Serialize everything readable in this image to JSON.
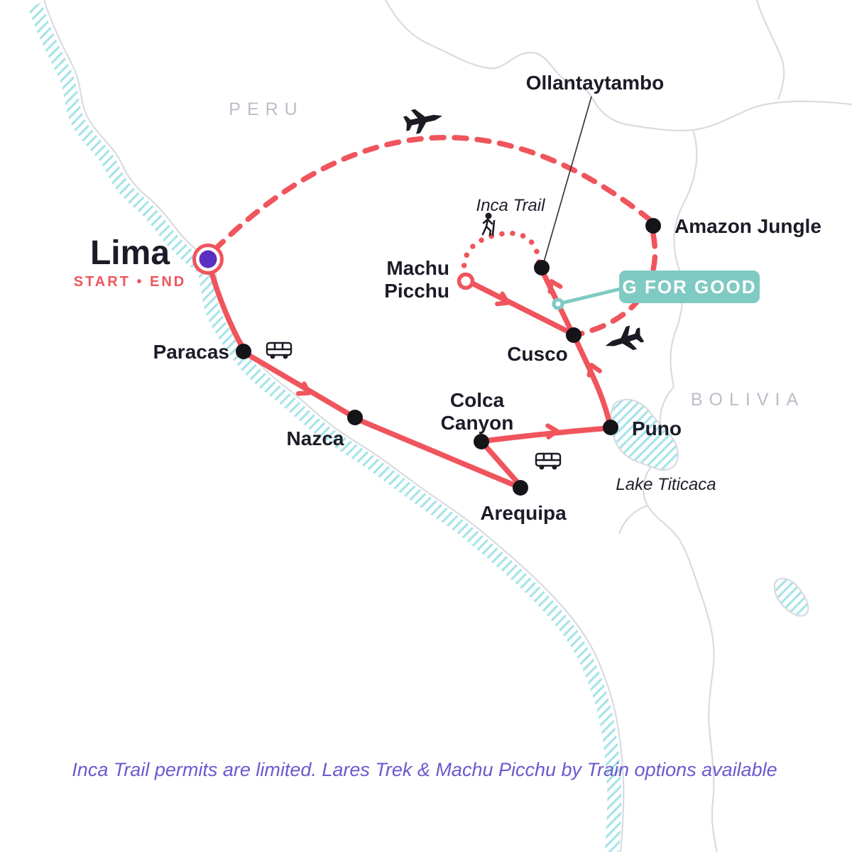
{
  "map_title": "Peru tour route map",
  "regions": {
    "peru": "PERU",
    "bolivia": "BOLIVIA"
  },
  "water": {
    "lake_titicaca": "Lake Titicaca"
  },
  "trail_label": "Inca Trail",
  "stops": {
    "lima": {
      "name": "Lima",
      "sub": "START • END"
    },
    "paracas": {
      "name": "Paracas"
    },
    "nazca": {
      "name": "Nazca"
    },
    "arequipa": {
      "name": "Arequipa"
    },
    "colca_canyon": {
      "line1": "Colca",
      "line2": "Canyon"
    },
    "puno": {
      "name": "Puno"
    },
    "cusco": {
      "name": "Cusco"
    },
    "machu_picchu": {
      "line1": "Machu",
      "line2": "Picchu"
    },
    "ollantaytambo": {
      "name": "Ollantaytambo"
    },
    "amazon_jungle": {
      "name": "Amazon Jungle"
    }
  },
  "badge": {
    "label": "G FOR GOOD"
  },
  "footer": {
    "note": "Inca Trail permits are limited. Lares Trek & Machu Picchu by Train options available"
  },
  "icons": {
    "plane": "airplane-icon",
    "bus": "bus-icon",
    "hiker": "hiker-icon"
  },
  "colors": {
    "route": "#f0545c",
    "lima_dot": "#5b2fc0",
    "badge": "#7fcac3",
    "footer_text": "#6a5acd",
    "region_text": "#b9bec7",
    "coast_hatch": "#a6e4e9",
    "border_line": "#d9dbdf",
    "stop_dot": "#141419"
  }
}
